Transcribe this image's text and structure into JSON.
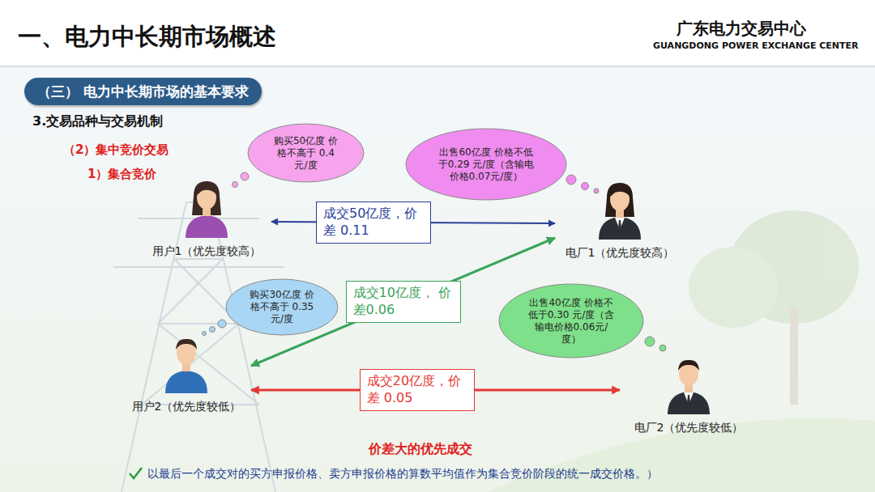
{
  "diagram": {
    "title": "一、电力中长期市场概述",
    "nodes": [
      {
        "text": [
          "（三） 电力中长期市场的基本要求"
        ]
      },
      {
        "text": [
          "购买50亿度 价格不高于 0.4元/度"
        ]
      },
      {
        "text": [
          "用户1（优先度较高）"
        ]
      },
      {
        "text": [
          "出售60亿度 价格不低于0.29 元/度（含输电价格0.07元/度）"
        ]
      },
      {
        "text": [
          "电厂1（优先度较高）"
        ]
      },
      {
        "text": [
          "购买30亿度 价格不高于 0.35元/度"
        ]
      },
      {
        "text": [
          "用户2（优先度较低）"
        ]
      },
      {
        "text": [
          "出售40亿度 价格不低于0.30 元/度（含输电价格0.06元/度）"
        ]
      },
      {
        "text": [
          "电厂2（优先度较低）"
        ]
      }
    ],
    "edges": [
      {
        "from": 2,
        "to": 4,
        "arrow": "both",
        "label": "成交50亿度，价差 0.11"
      },
      {
        "from": 6,
        "to": 4,
        "arrow": "both",
        "label": "成交10亿度， 价差0.06"
      },
      {
        "from": 6,
        "to": 8,
        "arrow": "both",
        "label": "成交20亿度，价差 0.05"
      }
    ],
    "labels": [
      "广东电力交易中心",
      "GUANGDONG POWER EXCHANGE CENTER",
      "3.交易品种与交易机制",
      "（2）集中竞价交易",
      "1）集合竞价",
      "价差大的优先成交",
      "以最后一个成交对的买方申报价格、卖方申报价格的算数平均值作为集合竞价阶段的统一成交价格。）"
    ]
  }
}
